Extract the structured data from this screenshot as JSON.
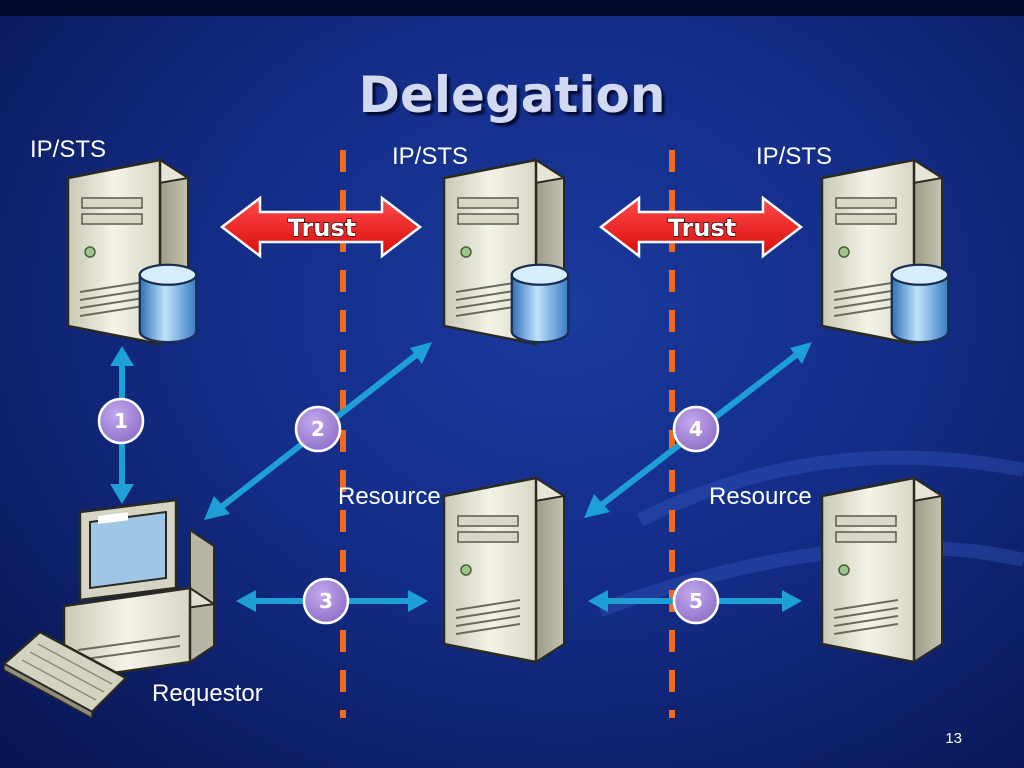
{
  "slide": {
    "title": "Delegation",
    "page_number": "13",
    "labels": {
      "ipsts_1": "IP/STS",
      "ipsts_2": "IP/STS",
      "ipsts_3": "IP/STS",
      "resource_1": "Resource",
      "resource_2": "Resource",
      "requestor": "Requestor"
    },
    "trust": [
      "Trust",
      "Trust"
    ],
    "steps": [
      "1",
      "2",
      "3",
      "4",
      "5"
    ],
    "icons": [
      "server-icon",
      "database-icon",
      "workstation-icon",
      "keyboard-icon"
    ],
    "colors": {
      "background": "#132c86",
      "separator": "#f06a1e",
      "flow_arrow": "#1ea0d6",
      "trust_arrow": "#ee1111",
      "step_badge": "#a98ad8"
    }
  }
}
